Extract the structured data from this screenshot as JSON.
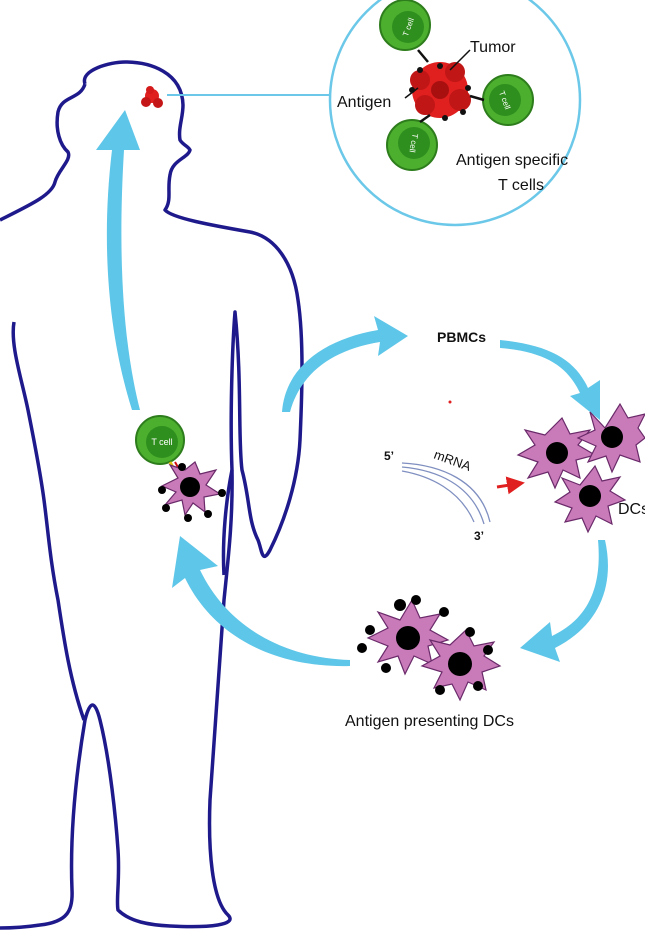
{
  "labels": {
    "tumor": "Tumor",
    "antigen": "Antigen",
    "antigen_specific_line1": "Antigen specific",
    "antigen_specific_line2": "T cells",
    "pbmcs": "PBMCs",
    "mrna": "mRNA",
    "five_prime": "5’",
    "three_prime": "3’",
    "dcs": "DCs",
    "antigen_presenting_dcs": "Antigen presenting DCs",
    "t_cell": "T cell"
  },
  "colors": {
    "body_outline": "#1f1a8c",
    "arrow": "#5ec6e8",
    "zoom_circle": "#6cc8e8",
    "tumor": "#e01f1f",
    "t_cell_outer": "#4caf2e",
    "t_cell_inner": "#2f8f1e",
    "dc_fill": "#c97ab8",
    "dc_nucleus": "#000000",
    "mrna_lines": "#7f8fc0",
    "red_arrow": "#e02020"
  }
}
